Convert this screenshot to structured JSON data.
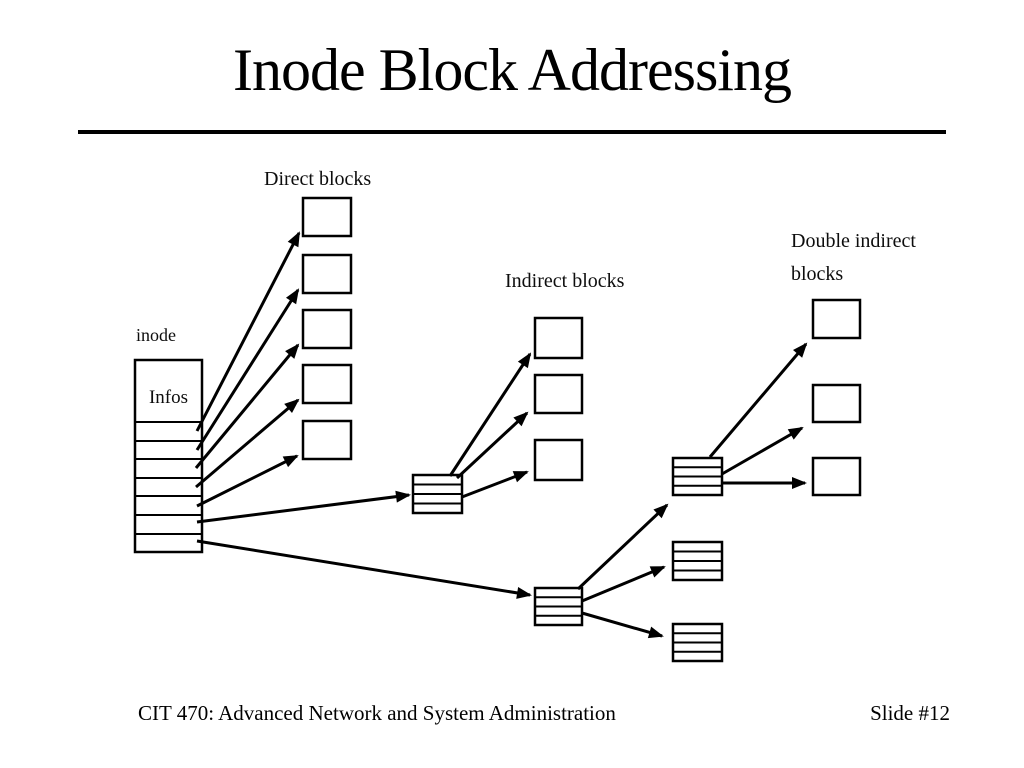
{
  "slide": {
    "title": "Inode Block Addressing",
    "footer": {
      "course": "CIT 470: Advanced Network and System Administration",
      "slide_number": "Slide #12"
    }
  },
  "diagram": {
    "labels": {
      "inode": "inode",
      "inode_info_section": "Infos",
      "direct_blocks": "Direct blocks",
      "indirect_blocks": "Indirect blocks",
      "double_indirect_line1": "Double indirect",
      "double_indirect_line2": "blocks"
    },
    "ink_color": "#000000",
    "background_color": "#ffffff",
    "structure": {
      "inode_pointer_slots": 7,
      "direct_data_blocks": 5,
      "indirect_pointer_blocks": 1,
      "indirect_data_blocks": 3,
      "double_indirect_level1_pointer_blocks": 1,
      "double_indirect_level2_pointer_blocks": 3,
      "double_indirect_data_blocks": 3,
      "pointer_block_stripe_rows": 4
    }
  }
}
